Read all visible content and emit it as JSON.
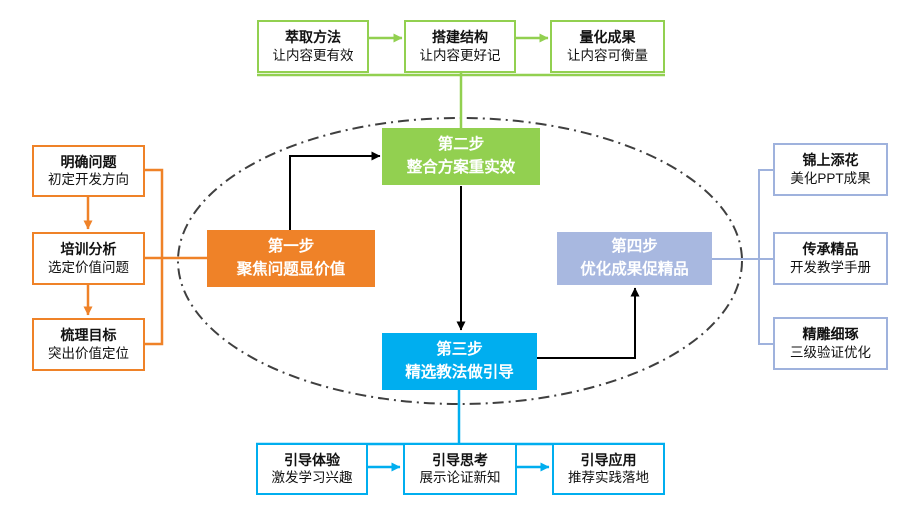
{
  "colors": {
    "green": "#92D050",
    "orange": "#EF8228",
    "blue": "#00AEEF",
    "periwinkle": "#A8B8E0",
    "connector_black": "#000000",
    "ellipse_gray": "#3F3F3F"
  },
  "steps": [
    {
      "label": "第一步",
      "desc": "聚焦问题显价值"
    },
    {
      "label": "第二步",
      "desc": "整合方案重实效"
    },
    {
      "label": "第三步",
      "desc": "精选教法做引导"
    },
    {
      "label": "第四步",
      "desc": "优化成果促精品"
    }
  ],
  "top_row": [
    {
      "title": "萃取方法",
      "subtitle": "让内容更有效"
    },
    {
      "title": "搭建结构",
      "subtitle": "让内容更好记"
    },
    {
      "title": "量化成果",
      "subtitle": "让内容可衡量"
    }
  ],
  "left_column": [
    {
      "title": "明确问题",
      "subtitle": "初定开发方向"
    },
    {
      "title": "培训分析",
      "subtitle": "选定价值问题"
    },
    {
      "title": "梳理目标",
      "subtitle": "突出价值定位"
    }
  ],
  "right_column": [
    {
      "title": "锦上添花",
      "subtitle": "美化PPT成果"
    },
    {
      "title": "传承精品",
      "subtitle": "开发教学手册"
    },
    {
      "title": "精雕细琢",
      "subtitle": "三级验证优化"
    }
  ],
  "bottom_row": [
    {
      "title": "引导体验",
      "subtitle": "激发学习兴趣"
    },
    {
      "title": "引导思考",
      "subtitle": "展示论证新知"
    },
    {
      "title": "引导应用",
      "subtitle": "推荐实践落地"
    }
  ]
}
